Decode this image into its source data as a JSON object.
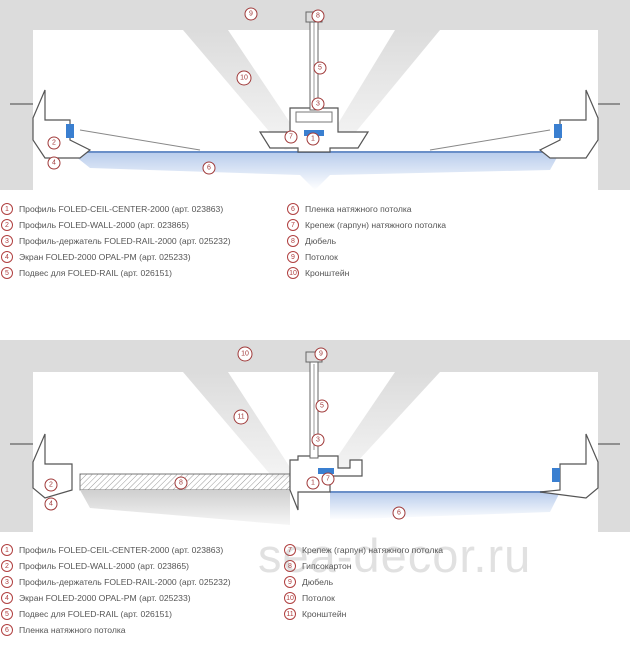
{
  "top": {
    "callouts": [
      "9",
      "8",
      "10",
      "5",
      "3",
      "7",
      "1",
      "2",
      "4",
      "6"
    ],
    "legend_left": [
      {
        "num": "1",
        "text": "Профиль FOLED-CEIL-CENTER-2000 (арт. 023863)"
      },
      {
        "num": "2",
        "text": "Профиль FOLED-WALL-2000 (арт. 023865)"
      },
      {
        "num": "3",
        "text": "Профиль-держатель FOLED-RAIL-2000 (арт. 025232)"
      },
      {
        "num": "4",
        "text": "Экран FOLED-2000 OPAL-PM (арт. 025233)"
      },
      {
        "num": "5",
        "text": "Подвес для FOLED-RAIL (арт. 026151)"
      }
    ],
    "legend_right": [
      {
        "num": "6",
        "text": "Пленка натяжного потолка"
      },
      {
        "num": "7",
        "text": "Крепеж (гарпун) натяжного потолка"
      },
      {
        "num": "8",
        "text": "Дюбель"
      },
      {
        "num": "9",
        "text": "Потолок"
      },
      {
        "num": "10",
        "text": "Кронштейн"
      }
    ]
  },
  "bottom": {
    "callouts": [
      "10",
      "9",
      "5",
      "11",
      "3",
      "7",
      "1",
      "2",
      "4",
      "8",
      "6"
    ],
    "legend_left": [
      {
        "num": "1",
        "text": "Профиль FOLED-CEIL-CENTER-2000 (арт. 023863)"
      },
      {
        "num": "2",
        "text": "Профиль FOLED-WALL-2000 (арт. 023865)"
      },
      {
        "num": "3",
        "text": "Профиль-держатель FOLED-RAIL-2000 (арт. 025232)"
      },
      {
        "num": "4",
        "text": "Экран FOLED-2000 OPAL-PM (арт. 025233)"
      },
      {
        "num": "5",
        "text": "Подвес для FOLED-RAIL (арт. 026151)"
      },
      {
        "num": "6",
        "text": "Пленка натяжного потолка"
      }
    ],
    "legend_right": [
      {
        "num": "7",
        "text": "Крепеж (гарпун) натяжного потолка"
      },
      {
        "num": "8",
        "text": "Гипсокартон"
      },
      {
        "num": "9",
        "text": "Дюбель"
      },
      {
        "num": "10",
        "text": "Потолок"
      },
      {
        "num": "11",
        "text": "Кронштейн"
      }
    ]
  },
  "watermark": "sea-decor.ru"
}
